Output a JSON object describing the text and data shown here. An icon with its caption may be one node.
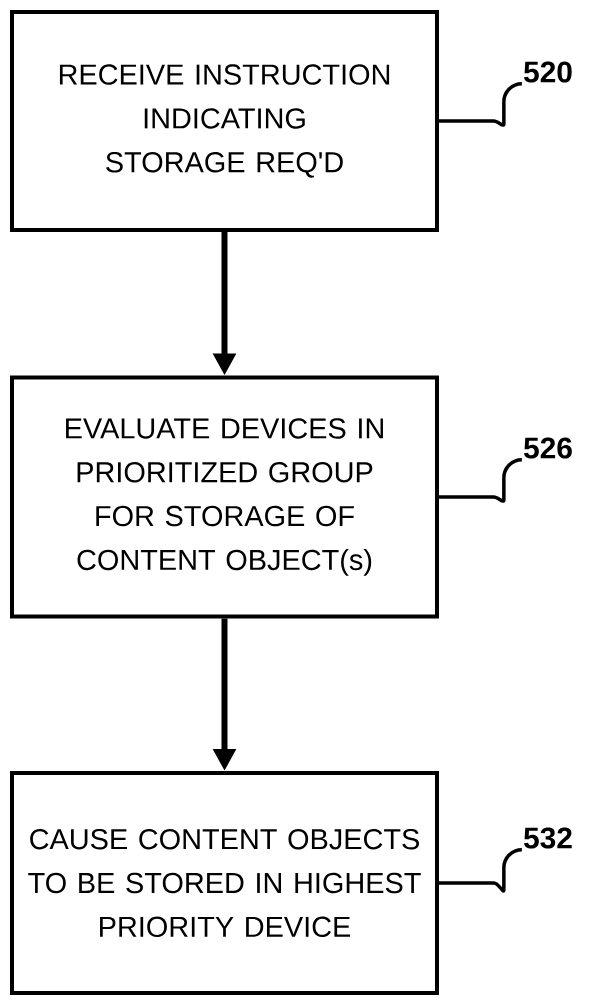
{
  "diagram": {
    "nodes": [
      {
        "text": [
          "RECEIVE INSTRUCTION INDICATING STORAGE REQ'D"
        ]
      },
      {
        "text": [
          "EVALUATE DEVICES IN PRIORITIZED GROUP FOR STORAGE OF CONTENT OBJECT(s)"
        ]
      },
      {
        "text": [
          "CAUSE CONTENT OBJECTS TO BE STORED IN HIGHEST PRIORITY DEVICE"
        ]
      },
      {
        "text": [
          "520"
        ]
      },
      {
        "text": [
          "526"
        ]
      },
      {
        "text": [
          "532"
        ]
      }
    ],
    "edges": [
      {
        "from": 0,
        "to": 1,
        "arrow": "to"
      },
      {
        "from": 1,
        "to": 2,
        "arrow": "to"
      },
      {
        "from": 3,
        "to": 0,
        "arrow": "none"
      },
      {
        "from": 4,
        "to": 1,
        "arrow": "none"
      },
      {
        "from": 5,
        "to": 2,
        "arrow": "none"
      }
    ]
  }
}
